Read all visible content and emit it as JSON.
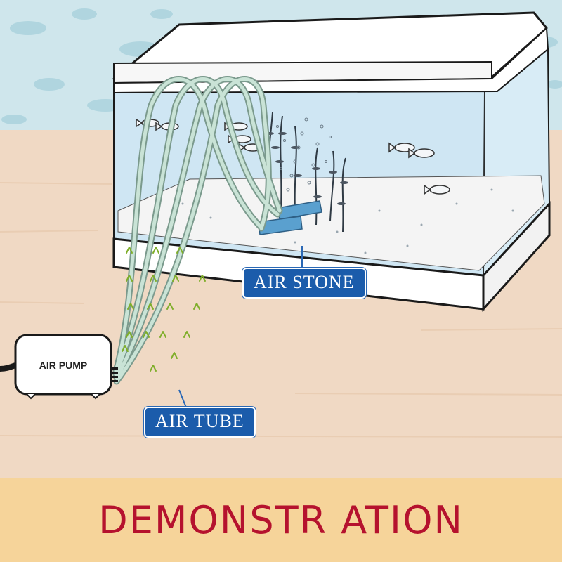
{
  "labels": {
    "air_stone": "AIR STONE",
    "air_tube": "AIR TUBE",
    "air_pump": "AIR PUMP"
  },
  "footer": {
    "title": "DEMONSTR ATION"
  },
  "colors": {
    "label_bg": "#1b5cab",
    "footer_bg": "#f6d49a",
    "footer_text": "#b5122e",
    "wallpaper": "#cfe6ec",
    "table": "#f0d9c4",
    "water": "#d8ecf6",
    "tube": "#a9c7b9",
    "arrow": "#7fae2a",
    "air_stone": "#5aa0cf"
  },
  "icons": {
    "air_pump": "air-pump-icon",
    "air_stone": "air-stone-icon",
    "fish": "fish-icon",
    "plant": "plant-icon",
    "bubbles": "bubbles-icon",
    "arrow": "arrow-up-icon"
  }
}
